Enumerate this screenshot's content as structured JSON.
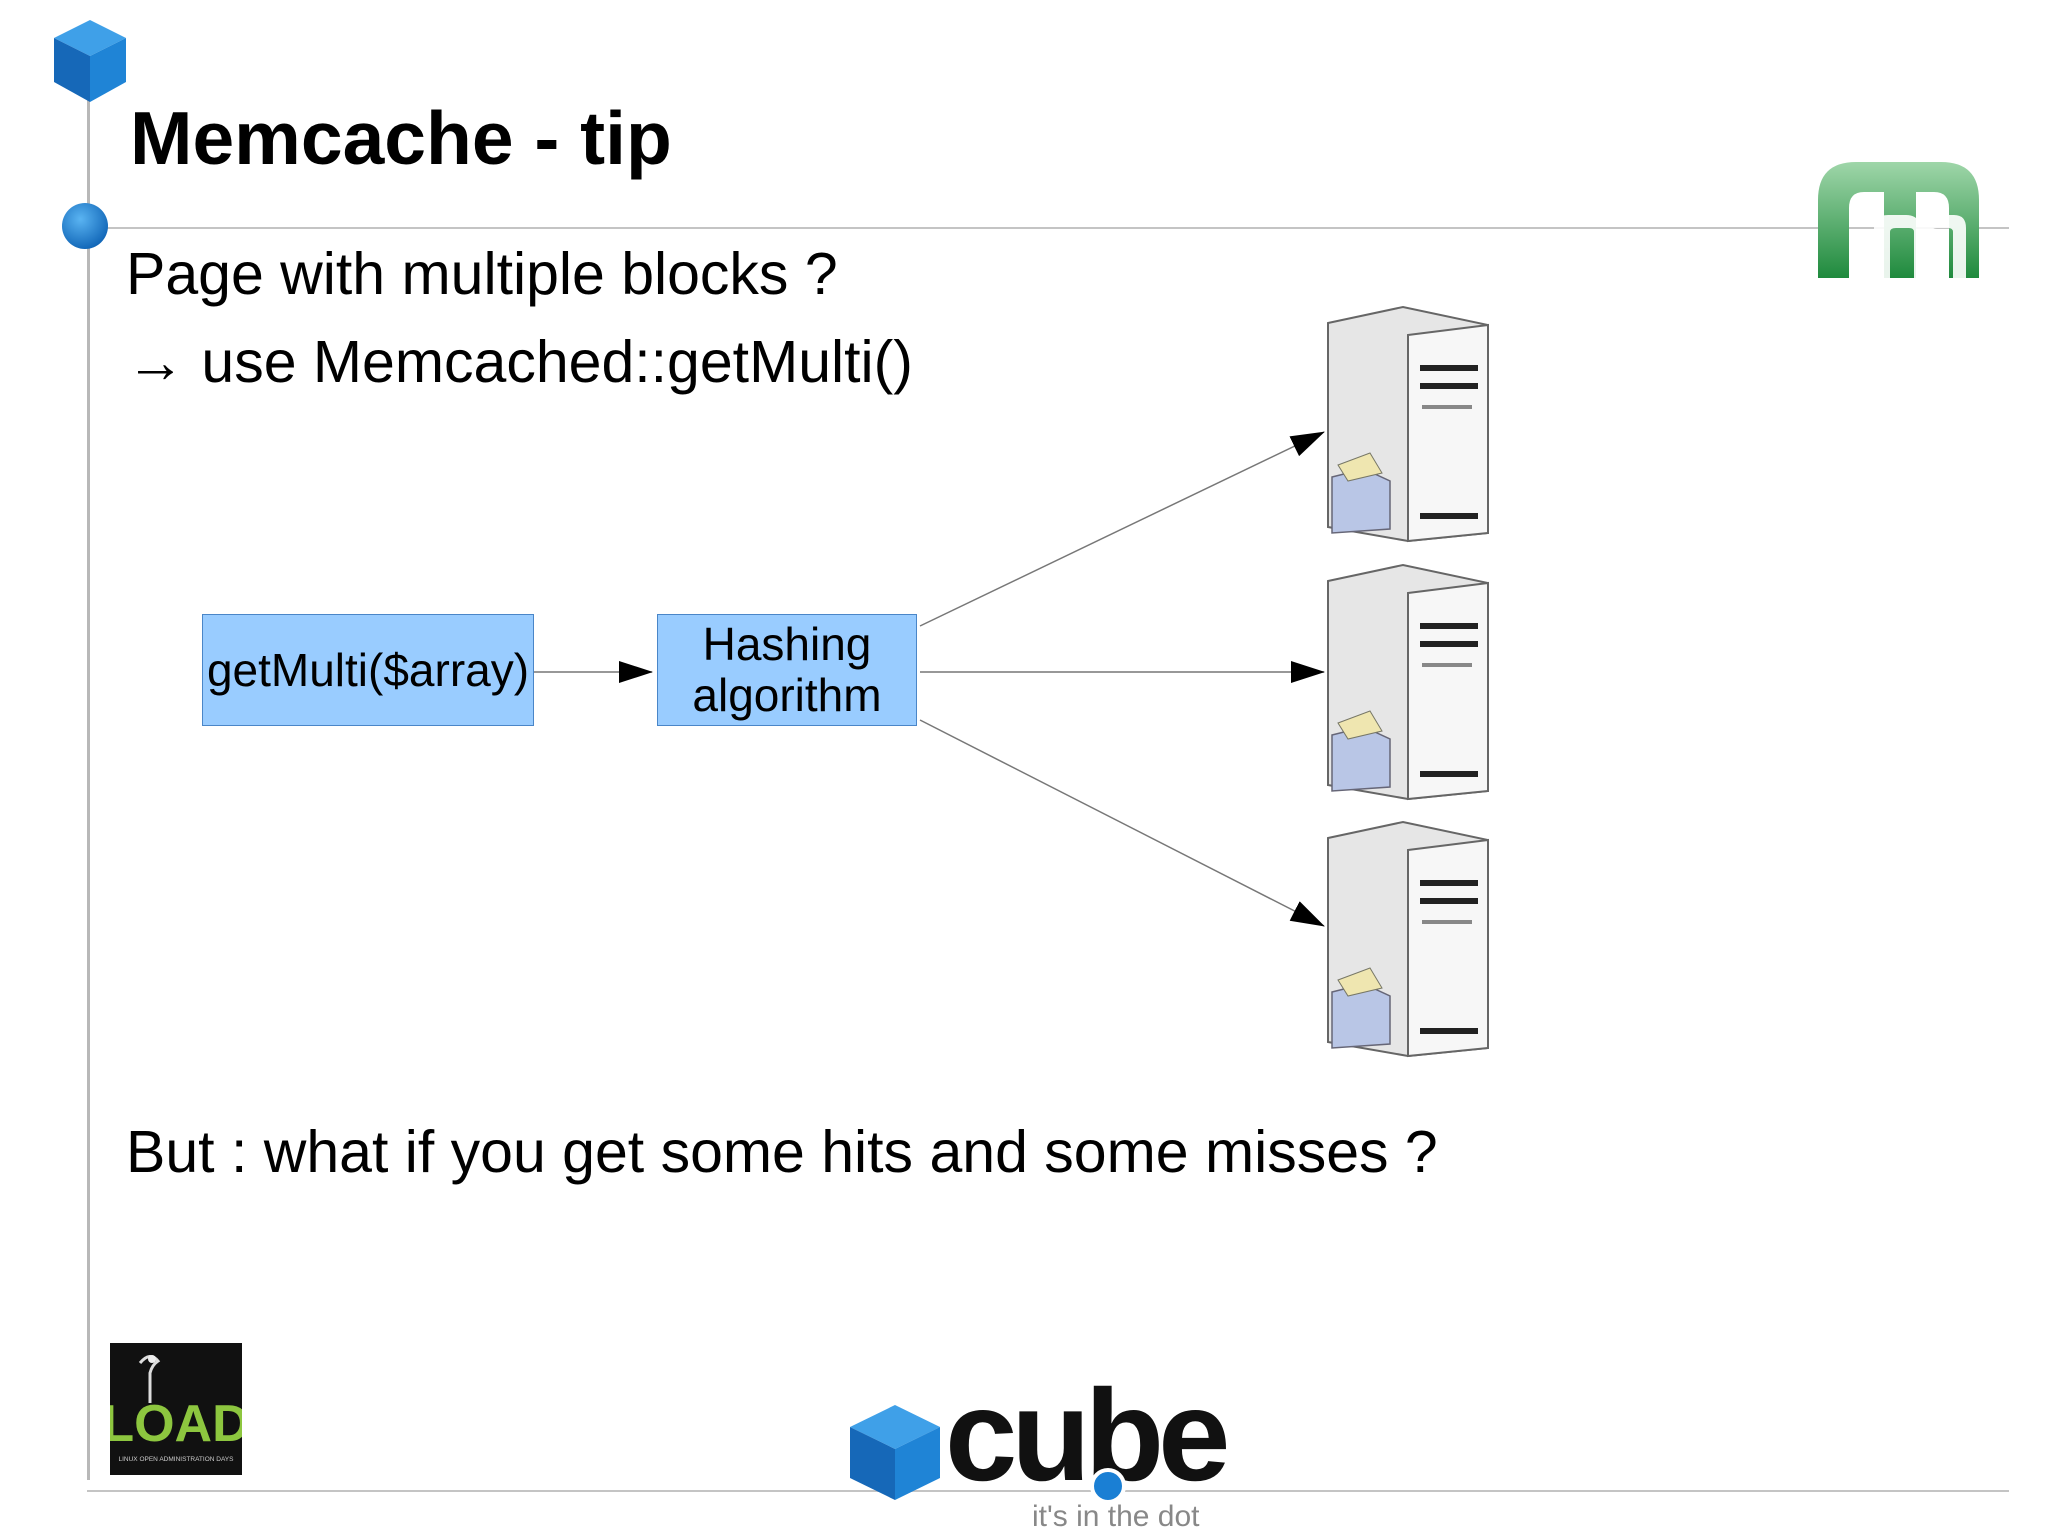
{
  "slide": {
    "title": "Memcache - tip",
    "line1": "Page with multiple blocks ?",
    "line2": "→ use Memcached::getMulti()",
    "bottom": "But : what if you get some hits and some misses ?"
  },
  "diagram": {
    "getmulti_label": "getMulti($array)",
    "hashing_line1": "Hashing",
    "hashing_line2": "algorithm",
    "box_color": "#99ccff"
  },
  "logos": {
    "load_text": "LOAD",
    "load_subtext": "LINUX OPEN ADMINISTRATION DAYS",
    "cube_word": "cube",
    "cube_tagline": "it's in the dot"
  },
  "colors": {
    "cube_blue": "#1a7fd4",
    "memcached_green": "#3aa655",
    "load_green": "#8dc63f"
  }
}
